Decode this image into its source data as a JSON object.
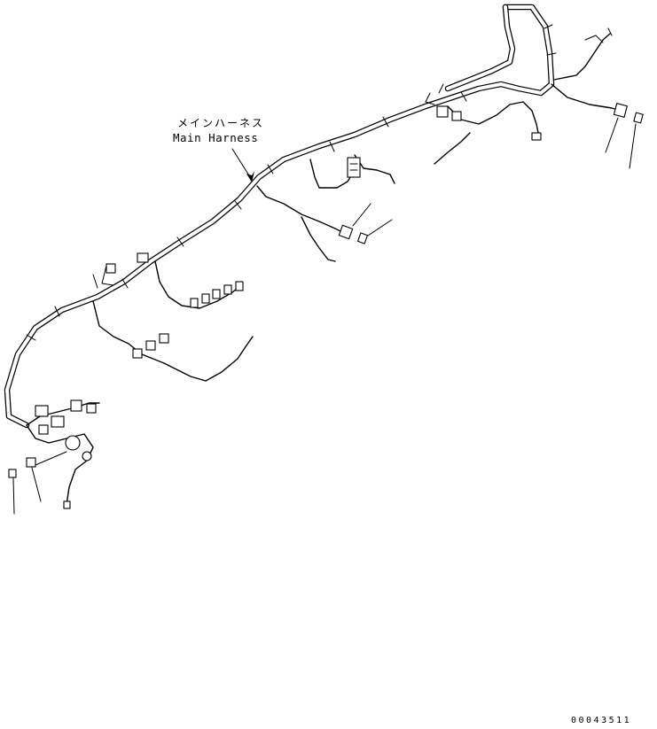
{
  "callout": {
    "label_jp": "メインハーネス",
    "label_en": "Main Harness"
  },
  "drawing_code": "00043511"
}
